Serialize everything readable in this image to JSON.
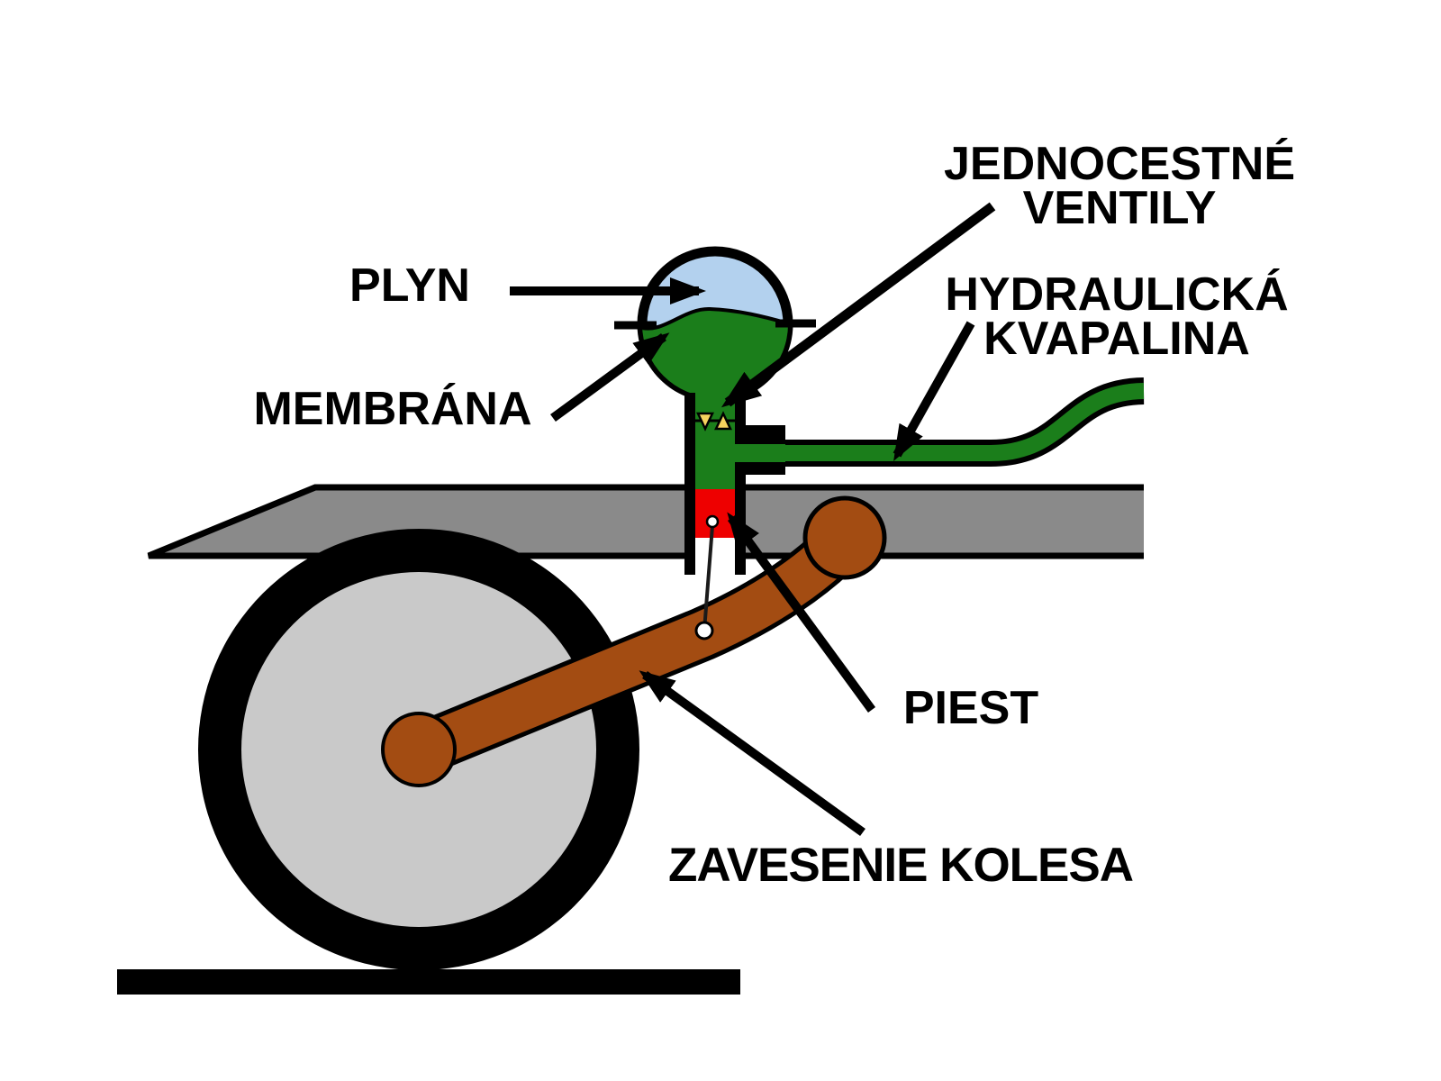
{
  "diagram": {
    "title": "Hydropneumatic suspension schematic",
    "labels": {
      "valves_line1": "JEDNOCESTNÉ",
      "valves_line2": "VENTILY",
      "gas": "PLYN",
      "fluid_line1": "HYDRAULICKÁ",
      "fluid_line2": "KVAPALINA",
      "membrane": "MEMBRÁNA",
      "piston": "PIEST",
      "suspension": "ZAVESENIE KOLESA"
    },
    "colors": {
      "gas_blue": "#b3d1ee",
      "fluid_green": "#1b7e1b",
      "piston_red": "#ee0000",
      "valve_yellow": "#f5d35e",
      "arm_brown": "#a34c12",
      "body_gray": "#8a8a8a",
      "wheel_gray": "#c9c9c9",
      "line_black": "#000000",
      "background": "#ffffff"
    }
  }
}
